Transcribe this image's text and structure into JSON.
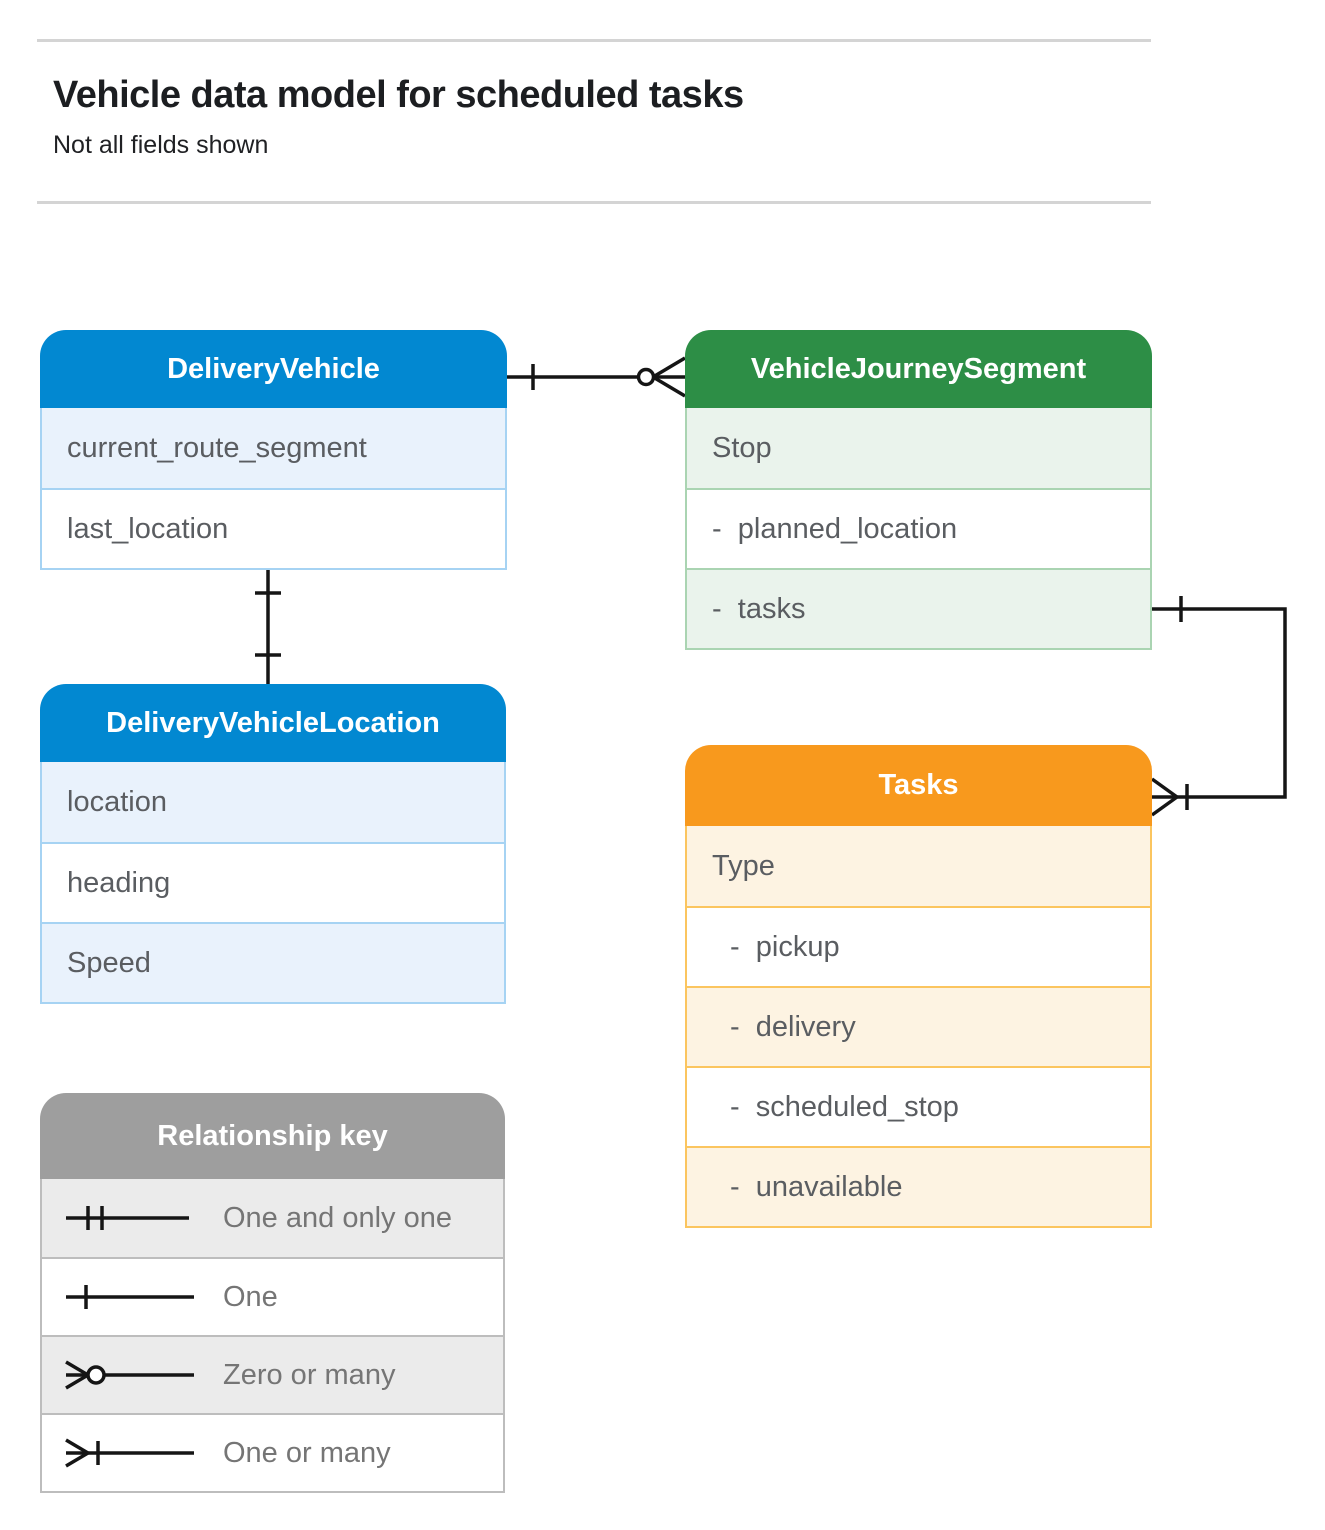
{
  "page": {
    "title": "Vehicle data model for scheduled tasks",
    "subtitle": "Not all fields shown"
  },
  "tables": {
    "delivery_vehicle": {
      "title": "DeliveryVehicle",
      "rows": [
        "current_route_segment",
        "last_location"
      ]
    },
    "vehicle_journey_segment": {
      "title": "VehicleJourneySegment",
      "rows": [
        "Stop",
        "-  planned_location",
        "-  tasks"
      ]
    },
    "delivery_vehicle_location": {
      "title": "DeliveryVehicleLocation",
      "rows": [
        "location",
        "heading",
        "Speed"
      ]
    },
    "tasks": {
      "title": "Tasks",
      "rows": [
        "Type",
        "-  pickup",
        "-  delivery",
        "-  scheduled_stop",
        "-  unavailable"
      ]
    }
  },
  "legend": {
    "title": "Relationship key",
    "items": [
      {
        "symbol": "one-and-only-one",
        "label": "One and only one"
      },
      {
        "symbol": "one",
        "label": "One"
      },
      {
        "symbol": "zero-or-many",
        "label": "Zero or many"
      },
      {
        "symbol": "one-or-many",
        "label": "One or many"
      }
    ]
  },
  "relationships": [
    {
      "from": "DeliveryVehicle",
      "to": "VehicleJourneySegment",
      "from_end": "one",
      "to_end": "zero-or-many"
    },
    {
      "from": "DeliveryVehicle",
      "to": "DeliveryVehicleLocation",
      "from_end": "one",
      "to_end": "one"
    },
    {
      "from": "VehicleJourneySegment.tasks",
      "to": "Tasks",
      "from_end": "one",
      "to_end": "one-or-many"
    }
  ],
  "colors": {
    "blue_header": "#0288d1",
    "blue_tint": "#e9f2fc",
    "blue_border": "#a6d3f3",
    "green_header": "#2d8e46",
    "green_tint": "#eaf3ec",
    "green_border": "#aad4b2",
    "orange_header": "#f8991d",
    "orange_tint": "#fdf3e2",
    "orange_border": "#fbc55f",
    "gray_header": "#9e9e9e",
    "gray_tint": "#ebebeb",
    "gray_border": "#bdbdbd",
    "connector": "#151515"
  }
}
